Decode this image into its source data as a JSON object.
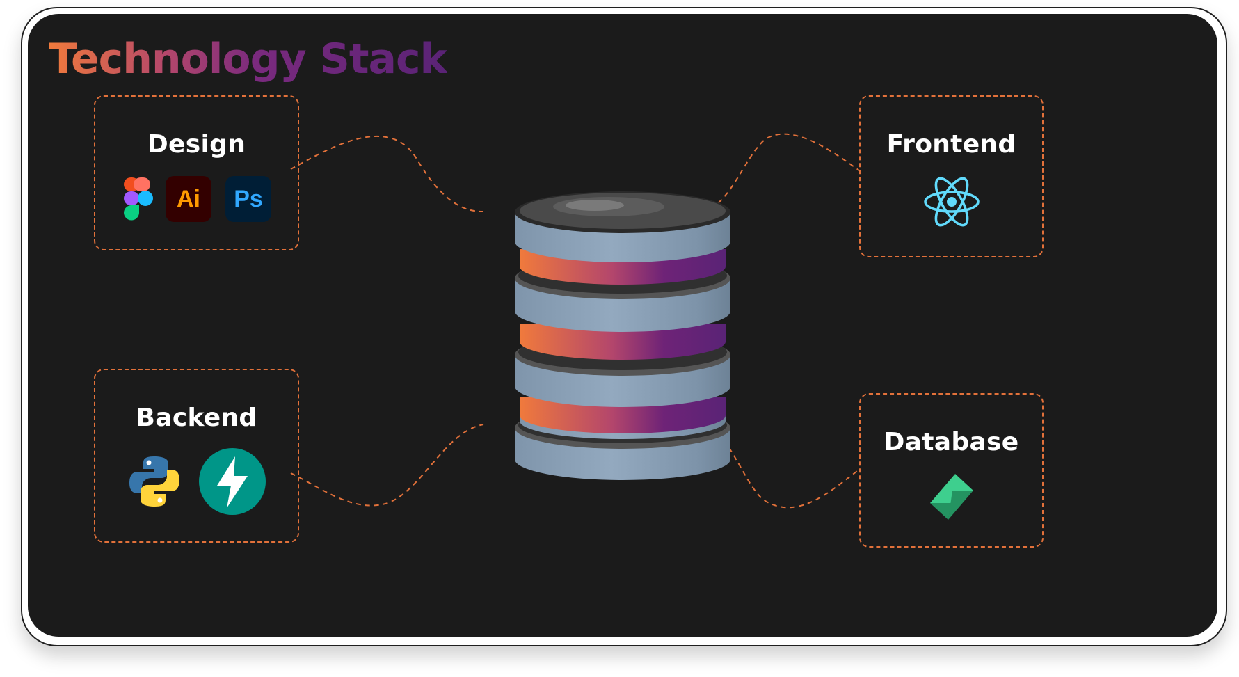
{
  "title": "Technology Stack",
  "groups": {
    "design": {
      "label": "Design",
      "icons": [
        {
          "name": "figma-icon"
        },
        {
          "name": "illustrator-icon",
          "text": "Ai"
        },
        {
          "name": "photoshop-icon",
          "text": "Ps"
        }
      ]
    },
    "frontend": {
      "label": "Frontend",
      "icons": [
        {
          "name": "react-icon"
        }
      ]
    },
    "backend": {
      "label": "Backend",
      "icons": [
        {
          "name": "python-icon"
        },
        {
          "name": "fastapi-icon"
        }
      ]
    },
    "database": {
      "label": "Database",
      "icons": [
        {
          "name": "supabase-icon"
        }
      ]
    }
  },
  "center": {
    "icon": "database-stack-icon"
  },
  "colors": {
    "background": "#1b1b1b",
    "dash": "#e2713a",
    "title_gradient": [
      "#f07a3c",
      "#5a2376"
    ]
  }
}
